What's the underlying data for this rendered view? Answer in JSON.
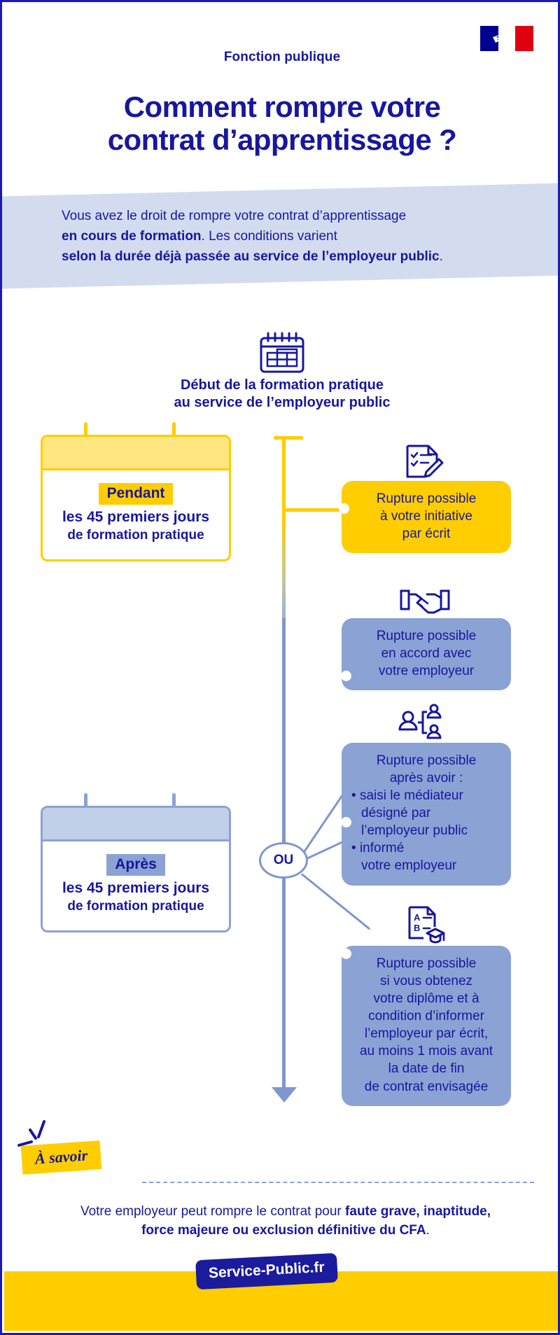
{
  "header": {
    "flag_alt": "french-flag-marianne",
    "eyebrow": "Fonction publique",
    "title_line1": "Comment rompre votre",
    "title_line2": "contrat d’apprentissage ?"
  },
  "intro": {
    "line1_plain": "Vous avez le droit de rompre votre contrat d’apprentissage",
    "line2_bold": "en cours de formation",
    "line2_plain": ". Les conditions varient",
    "line3_bold": "selon la durée déjà passée au service de l’employeur public",
    "line3_plain": "."
  },
  "section": {
    "icon": "calendar-icon",
    "title_line1": "Début de la formation pratique",
    "title_line2": "au service de l’employeur public"
  },
  "timeline": {
    "ou_label": "OU"
  },
  "periods": [
    {
      "id": "pendant",
      "tag": "Pendant",
      "line1": "les 45 premiers jours",
      "line2": "de formation pratique",
      "accent": "#ffcd00"
    },
    {
      "id": "apres",
      "tag": "Après",
      "line1": "les 45 premiers jours",
      "line2": "de formation pratique",
      "accent": "#8ba2d4"
    }
  ],
  "outcomes": [
    {
      "id": "initiative",
      "icon": "checklist-pen-icon",
      "color": "#ffcd00",
      "lines": [
        "Rupture possible",
        "à votre initiative",
        "par écrit"
      ]
    },
    {
      "id": "accord",
      "icon": "handshake-icon",
      "color": "#8ba2d4",
      "lines": [
        "Rupture possible",
        "en accord avec",
        "votre employeur"
      ]
    },
    {
      "id": "mediateur",
      "icon": "mediator-people-icon",
      "color": "#8ba2d4",
      "lines": [
        "Rupture possible",
        "après avoir :"
      ],
      "bullets": [
        [
          "saisi le médiateur",
          "désigné par",
          "l’employeur public"
        ],
        [
          "informé",
          "votre employeur"
        ]
      ]
    },
    {
      "id": "diplome",
      "icon": "diploma-document-icon",
      "color": "#8ba2d4",
      "lines": [
        "Rupture possible",
        "si vous obtenez",
        "votre diplôme et à",
        "condition d’informer",
        "l’employeur par écrit,",
        "au moins 1 mois avant",
        "la date de fin",
        "de contrat envisagée"
      ]
    }
  ],
  "note": {
    "tag": "À savoir",
    "text_plain1": "Votre employeur peut rompre le contrat pour ",
    "text_bold": "faute grave, inaptitude, force majeure ou exclusion définitive du CFA",
    "text_plain2": "."
  },
  "footer": {
    "logo": "Service-Public.fr"
  },
  "colors": {
    "brand_blue": "#17179e",
    "yellow": "#ffcd00",
    "light_blue": "#8ba2d4",
    "banner_blue": "#d3dcef"
  }
}
